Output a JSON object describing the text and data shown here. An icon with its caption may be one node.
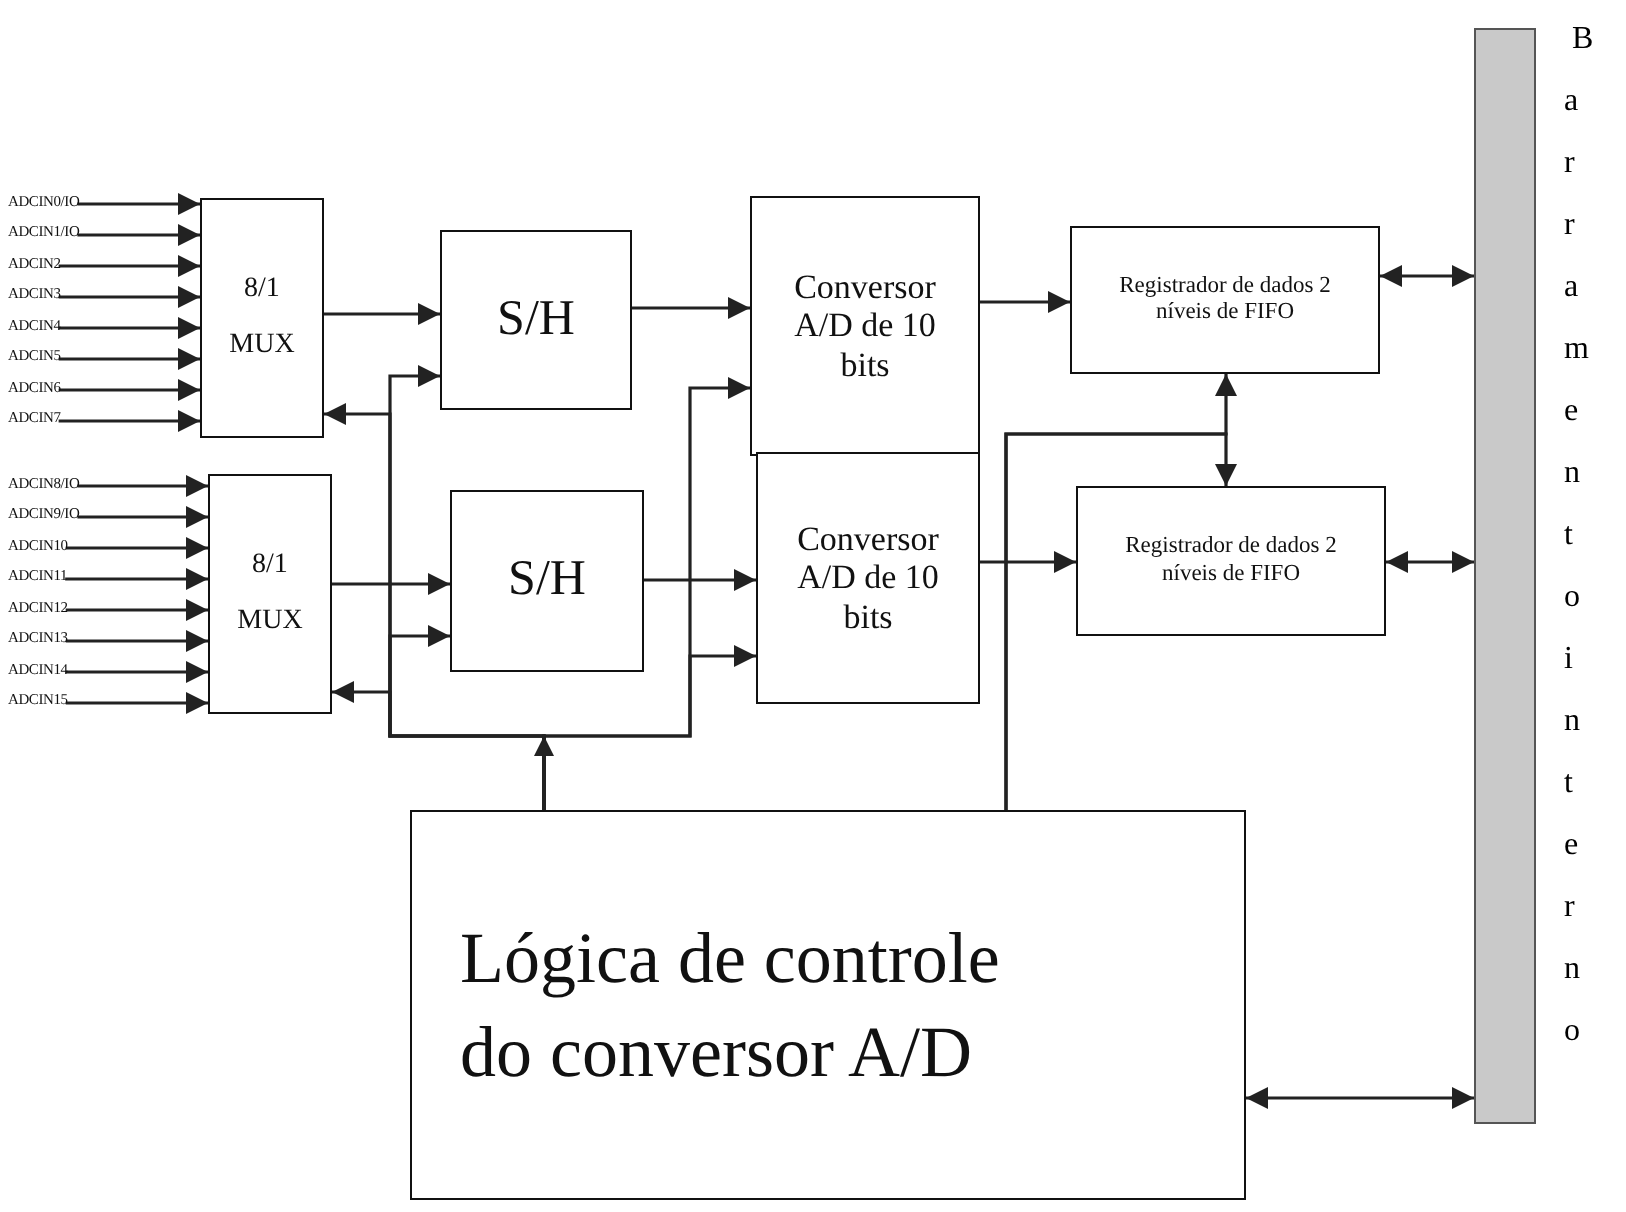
{
  "diagram": {
    "nodes": [
      {
        "text": [
          "ADCIN0/IO"
        ]
      },
      {
        "text": [
          "ADCIN1/IO"
        ]
      },
      {
        "text": [
          "ADCIN2"
        ]
      },
      {
        "text": [
          "ADCIN3"
        ]
      },
      {
        "text": [
          "ADCIN4"
        ]
      },
      {
        "text": [
          "ADCIN5"
        ]
      },
      {
        "text": [
          "ADCIN6"
        ]
      },
      {
        "text": [
          "ADCIN7"
        ]
      },
      {
        "text": [
          "ADCIN8/IO"
        ]
      },
      {
        "text": [
          "ADCIN9/IO"
        ]
      },
      {
        "text": [
          "ADCIN10"
        ]
      },
      {
        "text": [
          "ADCIN11"
        ]
      },
      {
        "text": [
          "ADCIN12"
        ]
      },
      {
        "text": [
          "ADCIN13"
        ]
      },
      {
        "text": [
          "ADCIN14"
        ]
      },
      {
        "text": [
          "ADCIN15"
        ]
      },
      {
        "text": [
          "8/1",
          "MUX"
        ]
      },
      {
        "text": [
          "8/1",
          "MUX"
        ]
      },
      {
        "text": [
          "S/H"
        ]
      },
      {
        "text": [
          "S/H"
        ]
      },
      {
        "text": [
          "Conversor A/D de 10 bits"
        ]
      },
      {
        "text": [
          "Conversor A/D de 10 bits"
        ]
      },
      {
        "text": [
          "Registrador de dados 2 níveis de FIFO"
        ]
      },
      {
        "text": [
          "Registrador de dados 2 níveis de FIFO"
        ]
      },
      {
        "text": [
          "Lógica de controle do conversor A/D"
        ]
      },
      {
        "text": [
          "Barramento interno"
        ]
      }
    ],
    "edges": [
      {
        "from": 0,
        "to": 16,
        "arrow": "to"
      },
      {
        "from": 1,
        "to": 16,
        "arrow": "to"
      },
      {
        "from": 2,
        "to": 16,
        "arrow": "to"
      },
      {
        "from": 3,
        "to": 16,
        "arrow": "to"
      },
      {
        "from": 4,
        "to": 16,
        "arrow": "to"
      },
      {
        "from": 5,
        "to": 16,
        "arrow": "to"
      },
      {
        "from": 6,
        "to": 16,
        "arrow": "to"
      },
      {
        "from": 7,
        "to": 16,
        "arrow": "to"
      },
      {
        "from": 8,
        "to": 17,
        "arrow": "to"
      },
      {
        "from": 9,
        "to": 17,
        "arrow": "to"
      },
      {
        "from": 10,
        "to": 17,
        "arrow": "to"
      },
      {
        "from": 11,
        "to": 17,
        "arrow": "to"
      },
      {
        "from": 12,
        "to": 17,
        "arrow": "to"
      },
      {
        "from": 13,
        "to": 17,
        "arrow": "to"
      },
      {
        "from": 14,
        "to": 17,
        "arrow": "to"
      },
      {
        "from": 15,
        "to": 17,
        "arrow": "to"
      },
      {
        "from": 16,
        "to": 18,
        "arrow": "to"
      },
      {
        "from": 17,
        "to": 19,
        "arrow": "to"
      },
      {
        "from": 18,
        "to": 20,
        "arrow": "to"
      },
      {
        "from": 19,
        "to": 21,
        "arrow": "to"
      },
      {
        "from": 20,
        "to": 22,
        "arrow": "to"
      },
      {
        "from": 21,
        "to": 23,
        "arrow": "to"
      },
      {
        "from": 22,
        "to": 25,
        "arrow": "both"
      },
      {
        "from": 23,
        "to": 25,
        "arrow": "both"
      },
      {
        "from": 24,
        "to": 25,
        "arrow": "both"
      },
      {
        "from": 24,
        "to": 16,
        "arrow": "to"
      },
      {
        "from": 24,
        "to": 18,
        "arrow": "to"
      },
      {
        "from": 24,
        "to": 17,
        "arrow": "to"
      },
      {
        "from": 24,
        "to": 19,
        "arrow": "to"
      },
      {
        "from": 24,
        "to": 20,
        "arrow": "to"
      },
      {
        "from": 24,
        "to": 21,
        "arrow": "to"
      },
      {
        "from": 24,
        "to": 22,
        "arrow": "to"
      },
      {
        "from": 24,
        "to": 23,
        "arrow": "to"
      }
    ]
  }
}
